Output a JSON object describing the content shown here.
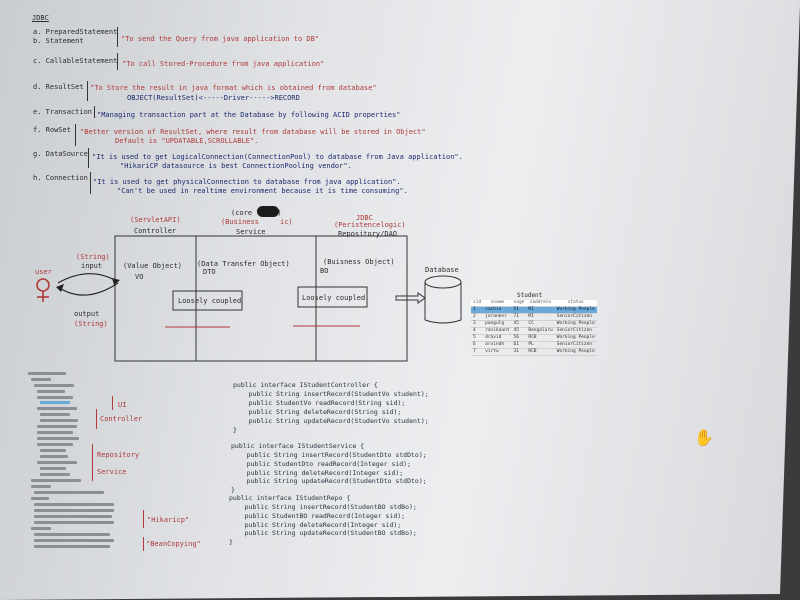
{
  "notes": {
    "title": "JDBC",
    "a": "a. PreparedStatement",
    "b": "b. Statement",
    "ab_desc": "\"To send the Query from java application to DB\"",
    "c": "c. CallableStatement",
    "c_desc": "\"To call Stored-Procedure from java application\"",
    "d": "d. ResultSet",
    "d_desc": "\"To Store the result in java format which is obtained from database\"",
    "d_desc2": "OBJECT(ResultSet)<-----Driver----->RECORD",
    "e": "e. Transaction",
    "e_desc": "\"Managing transaction part at the Database by following ACID properties\"",
    "f": "f. RowSet",
    "f_desc": "\"Better version of ResultSet, where result from database will be stored in Object\"",
    "f_desc2": "Default is \"UPDATABLE,SCROLLABLE\".",
    "g": "g. DataSource",
    "g_desc": "\"It is used to get LogicalConnection(ConnectionPool) to database from Java application\".",
    "g_desc2": "\"HikariCP datasource is best ConnectionPooling vendor\".",
    "h": "h. Connection",
    "h_desc": "\"It is used to get physicalConnection to database from java application\".",
    "h_desc2": "\"Can't be used in realtime environment because it is time consuming\"."
  },
  "diagram": {
    "controller_api": "(ServletAPI)",
    "controller": "Controller",
    "service_core": "(core l    )",
    "service_logic": "(Business     ic)",
    "service": "Service",
    "repo_jdbc": "JDBC",
    "repo_logic": "(Peristencelogic)",
    "repo": "Repository/DAO",
    "string_input": "(String)",
    "input": "input",
    "user": "user",
    "output": "output",
    "string_output": "(String)",
    "vo_label": "(Value Object)",
    "vo": "VO",
    "dto_label": "(Data Transfer Object)",
    "dto": "DTO",
    "bo_label": "(Buisness Object)",
    "bo": "BO",
    "loose1": "Loosely coupled",
    "loose2": "Loosely coupled",
    "database": "Database"
  },
  "table": {
    "title": "Student",
    "headers": [
      "sid",
      "sname",
      "sage",
      "saddress",
      "status"
    ],
    "rows": [
      [
        "1",
        "sachin",
        "51",
        "MI",
        "Working People"
      ],
      [
        "2",
        "jeranker",
        "71",
        "MI",
        "SeniorCitizen"
      ],
      [
        "3",
        "pangulg",
        "45",
        "CC",
        "Working People"
      ],
      [
        "4",
        "ravikaant",
        "45",
        "Bengaluru",
        "SeniorCitizen"
      ],
      [
        "5",
        "dravid",
        "56",
        "RCB",
        "Working People"
      ],
      [
        "6",
        "arvindh",
        "61",
        "PL",
        "SeniorCitizen"
      ],
      [
        "7",
        "virtu",
        "31",
        "RCB",
        "Working People"
      ]
    ]
  },
  "tree_labels": {
    "ui": "UI",
    "controller": "Controller",
    "repository": "Repository",
    "service": "Service",
    "hikari": "\"Hikaricp\"",
    "beancopying": "\"BeanCopying\""
  },
  "code": {
    "c1": "public interface IStudentController {",
    "c2": "    public String insertRecord(StudentVo student);",
    "c3": "    public StudentVo readRecord(String sid);",
    "c4": "    public String deleteRecord(String sid);",
    "c5": "    public String updateRecord(StudentVo student);",
    "c6": "}",
    "s1": "public interface IStudentService {",
    "s2": "    public String insertRecord(StudentDto stdDto);",
    "s3": "    public StudentDto readRecord(Integer sid);",
    "s4": "    public String deleteRecord(Integer sid);",
    "s5": "    public String updateRecord(StudentDto stdDto);",
    "s6": "}",
    "r1": "public interface IStudentRepo {",
    "r2": "    public String insertRecord(StudentBO stdBo);",
    "r3": "    public StudentBO readRecord(Integer sid);",
    "r4": "    public String deleteRecord(Integer sid);",
    "r5": "    public String updateRecord(StudentBO stdBo);",
    "r6": "}"
  },
  "colors": {
    "annotation_red": "#b03a3a",
    "selected_row": "#6aa9d8"
  },
  "cursor_icon": "hand-cursor-icon"
}
